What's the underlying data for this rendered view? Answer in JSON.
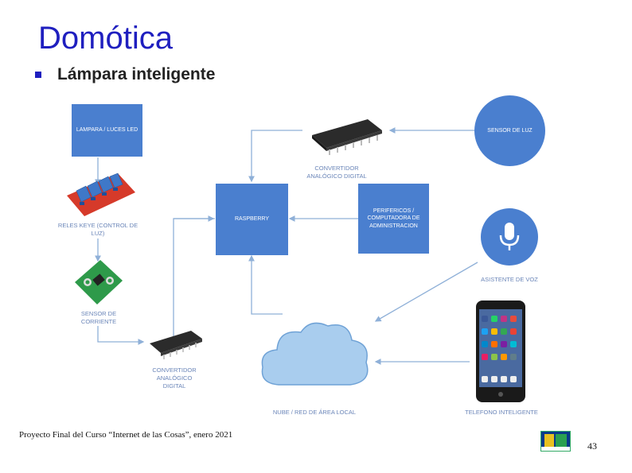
{
  "title": "Domótica",
  "subtitle": "Lámpara inteligente",
  "nodes": {
    "lampara": "LAMPARA / LUCES LED",
    "raspberry": "RASPBERRY",
    "perifericos": "PERIFERICOS / COMPUTADORA DE ADMINISTRACION",
    "sensor_luz": "SENSOR DE LUZ"
  },
  "captions": {
    "convertidor_top": "CONVERTIDOR ANALÓGICO DIGITAL",
    "reles": "RELES KEYE (CONTROL DE LUZ)",
    "sensor_corriente": "SENSOR DE CORRIENTE",
    "convertidor_bottom": "CONVERTIDOR ANALÓGICO DIGITAL",
    "asistente": "ASISTENTE DE VOZ",
    "nube": "NUBE / RED DE ÁREA LOCAL",
    "telefono": "TELEFONO INTELIGENTE"
  },
  "footer": "Proyecto Final del Curso “Internet de las Cosas”, enero 2021",
  "page_number": "43",
  "colors": {
    "title": "#1f1fbf",
    "node": "#4a7fcf",
    "caption": "#6a85b8",
    "line": "#8fb0d8"
  },
  "icons": [
    "microphone-icon",
    "cloud-icon",
    "smartphone-icon",
    "chip-icon",
    "relay-board-icon",
    "current-sensor-icon"
  ]
}
